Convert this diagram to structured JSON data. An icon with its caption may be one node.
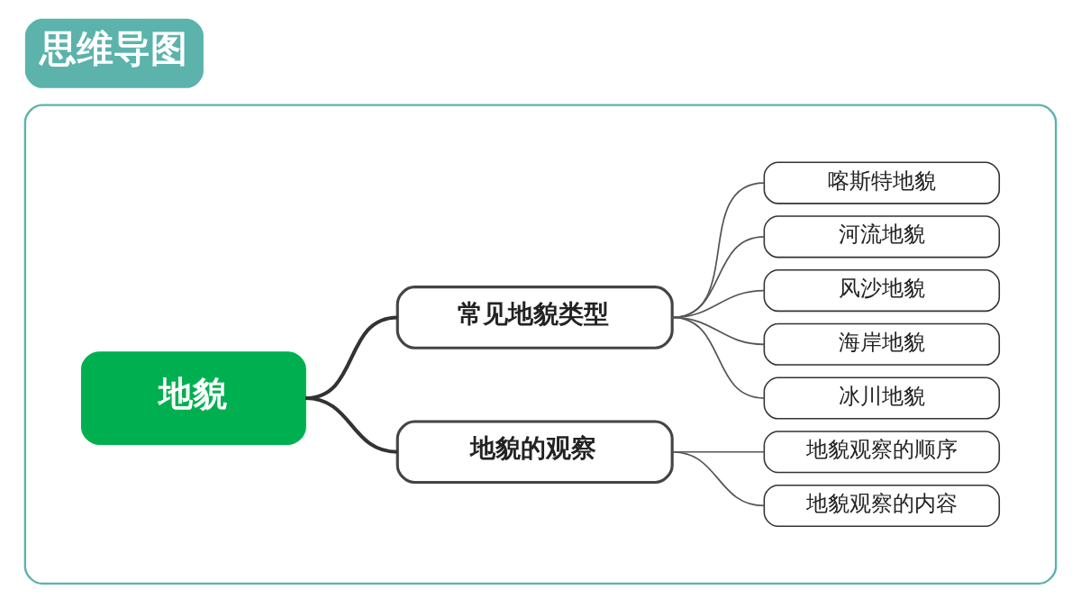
{
  "diagram": {
    "title": "思维导图",
    "nodes": [
      {
        "text": [],
        "shape": "box"
      },
      {
        "text": [
          "地貌"
        ],
        "in": 0
      },
      {
        "text": [
          "常见地貌类型"
        ],
        "in": 0
      },
      {
        "text": [
          "喀斯特地貌"
        ],
        "in": 0
      },
      {
        "text": [
          "河流地貌"
        ],
        "in": 0
      },
      {
        "text": [
          "风沙地貌"
        ],
        "in": 0
      },
      {
        "text": [
          "海岸地貌"
        ],
        "in": 0
      },
      {
        "text": [
          "冰川地貌"
        ],
        "in": 0
      },
      {
        "text": [
          "地貌的观察"
        ],
        "in": 0
      },
      {
        "text": [
          "地貌观察的顺序"
        ],
        "in": 0
      },
      {
        "text": [
          "地貌观察的内容"
        ],
        "in": 0
      }
    ],
    "edges": [
      {
        "from": 1,
        "to": 2,
        "arrow": "none",
        "style": "thick"
      },
      {
        "from": 1,
        "to": 8,
        "arrow": "none",
        "style": "thick"
      },
      {
        "from": 2,
        "to": 3,
        "arrow": "none"
      },
      {
        "from": 2,
        "to": 4,
        "arrow": "none"
      },
      {
        "from": 2,
        "to": 5,
        "arrow": "none"
      },
      {
        "from": 2,
        "to": 6,
        "arrow": "none"
      },
      {
        "from": 2,
        "to": 7,
        "arrow": "none"
      },
      {
        "from": 8,
        "to": 9,
        "arrow": "none"
      },
      {
        "from": 8,
        "to": 10,
        "arrow": "none"
      }
    ]
  }
}
